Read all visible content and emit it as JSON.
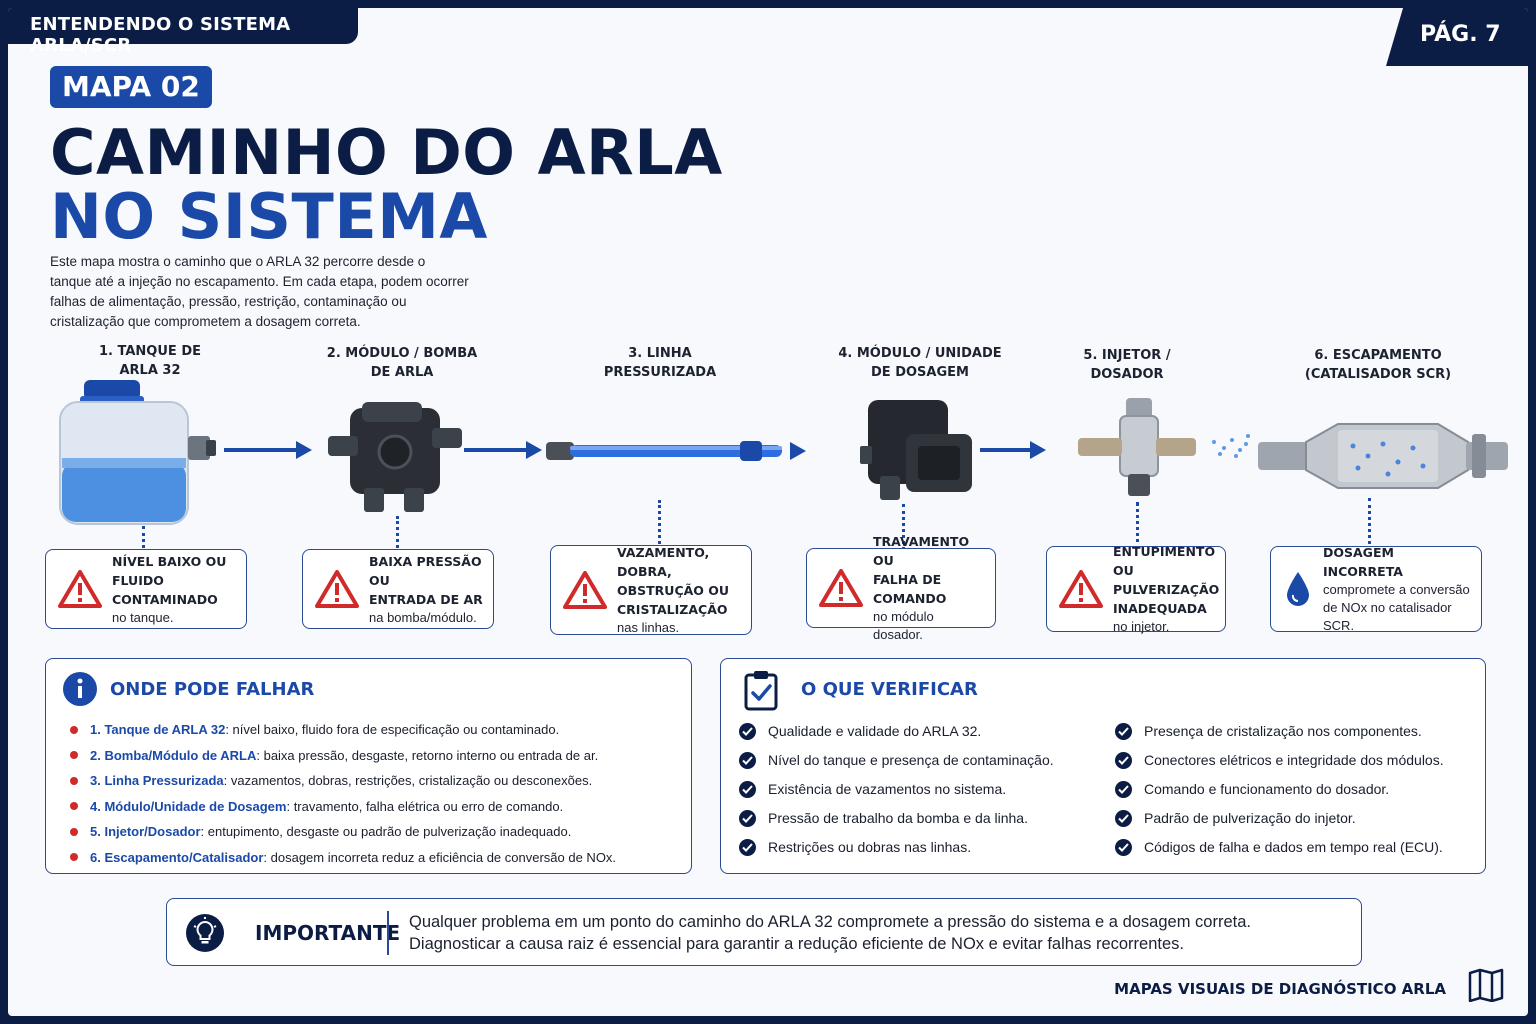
{
  "header": {
    "section_tag": "ENTENDENDO O SISTEMA ARLA/SCR",
    "page_number": "PÁG. 7",
    "map_badge": "MAPA 02",
    "title_line1": "CAMINHO DO ARLA",
    "title_line2": "NO SISTEMA",
    "intro": "Este mapa mostra o caminho que o ARLA 32 percorre desde o tanque até a injeção no escapamento. Em cada etapa, podem ocorrer falhas de alimentação, pressão, restrição, contaminação ou cristalização que comprometem a dosagem correta."
  },
  "steps": [
    {
      "label": "1. TANQUE DE\nARLA 32",
      "icon": "tank-icon"
    },
    {
      "label": "2. MÓDULO / BOMBA\nDE ARLA",
      "icon": "pump-icon"
    },
    {
      "label": "3. LINHA\nPRESSURIZADA",
      "icon": "pipe-icon"
    },
    {
      "label": "4. MÓDULO / UNIDADE\nDE DOSAGEM",
      "icon": "dosing-module-icon"
    },
    {
      "label": "5. INJETOR /\nDOSADOR",
      "icon": "injector-icon"
    },
    {
      "label": "6. ESCAPAMENTO\n(CATALISADOR SCR)",
      "icon": "catalyst-icon"
    }
  ],
  "faults": [
    {
      "title": "NÍVEL BAIXO OU\nFLUIDO CONTAMINADO",
      "sub": "no tanque.",
      "icon": "warning-icon"
    },
    {
      "title": "BAIXA PRESSÃO OU\nENTRADA DE AR",
      "sub": "na bomba/módulo.",
      "icon": "warning-icon"
    },
    {
      "title": "VAZAMENTO, DOBRA,\nOBSTRUÇÃO OU\nCRISTALIZAÇÃO",
      "sub": "nas linhas.",
      "icon": "warning-icon"
    },
    {
      "title": "TRAVAMENTO OU\nFALHA DE COMANDO",
      "sub": "no módulo dosador.",
      "icon": "warning-icon"
    },
    {
      "title": "ENTUPIMENTO OU\nPULVERIZAÇÃO\nINADEQUADA",
      "sub": "no injetor.",
      "icon": "warning-icon"
    },
    {
      "title": "DOSAGEM INCORRETA",
      "sub": "compromete a conversão de NOx no catalisador SCR.",
      "icon": "droplet-icon"
    }
  ],
  "where_fail": {
    "title": "ONDE PODE FALHAR",
    "items": [
      {
        "key": "1. Tanque de ARLA 32",
        "text": ": nível baixo, fluido fora de especificação ou contaminado."
      },
      {
        "key": "2. Bomba/Módulo de ARLA",
        "text": ": baixa pressão, desgaste, retorno interno ou entrada de ar."
      },
      {
        "key": "3. Linha Pressurizada",
        "text": ": vazamentos, dobras, restrições, cristalização ou desconexões."
      },
      {
        "key": "4. Módulo/Unidade de Dosagem",
        "text": ": travamento, falha elétrica ou erro de comando."
      },
      {
        "key": "5. Injetor/Dosador",
        "text": ": entupimento, desgaste ou padrão de pulverização inadequado."
      },
      {
        "key": "6. Escapamento/Catalisador",
        "text": ": dosagem incorreta reduz a eficiência de conversão de NOx."
      }
    ]
  },
  "what_check": {
    "title": "O QUE VERIFICAR",
    "col1": [
      "Qualidade e validade do ARLA 32.",
      "Nível do tanque e presença de contaminação.",
      "Existência de vazamentos no sistema.",
      "Pressão de trabalho da bomba e da linha.",
      "Restrições ou dobras nas linhas."
    ],
    "col2": [
      "Presença de cristalização nos componentes.",
      "Conectores elétricos e integridade dos módulos.",
      "Comando e funcionamento do dosador.",
      "Padrão de pulverização do injetor.",
      "Códigos de falha e dados em tempo real (ECU)."
    ]
  },
  "important": {
    "label": "IMPORTANTE",
    "line1": "Qualquer problema em um ponto do caminho do ARLA 32 compromete a pressão do sistema e a dosagem correta.",
    "line2": "Diagnosticar a causa raiz é essencial para garantir a redução eficiente de NOx e evitar falhas recorrentes."
  },
  "footer": "MAPAS VISUAIS DE DIAGNÓSTICO ARLA",
  "colors": {
    "navy": "#0b1d45",
    "accent_blue": "#1a49a8",
    "warning_red": "#d02a2a"
  }
}
